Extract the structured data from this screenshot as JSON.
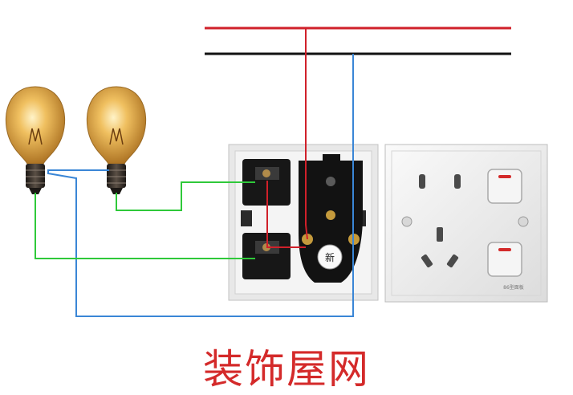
{
  "caption": "装饰屋网",
  "socket_badge": "新",
  "faceplate_model": "86型面板",
  "colors": {
    "live_wire": "#d0202a",
    "neutral_wire": "#111111",
    "switch_leg_wire": "#2fc93a",
    "neutral_return_wire": "#3a86d6",
    "caption": "#d42a2a",
    "bulb_glass": "#e4a93a",
    "bulb_base": "#2a2522",
    "panel": "#f2f2f2",
    "panel_back": "#e6e6e6"
  },
  "components": {
    "bulbs": [
      "bulb-left",
      "bulb-right"
    ],
    "switch_panel_back": [
      "terminal-top-left",
      "terminal-bottom-left",
      "socket-center-body"
    ],
    "front_faceplate": [
      "two-pin-socket",
      "three-pin-socket",
      "rocker-switch-top",
      "rocker-switch-bottom"
    ]
  }
}
